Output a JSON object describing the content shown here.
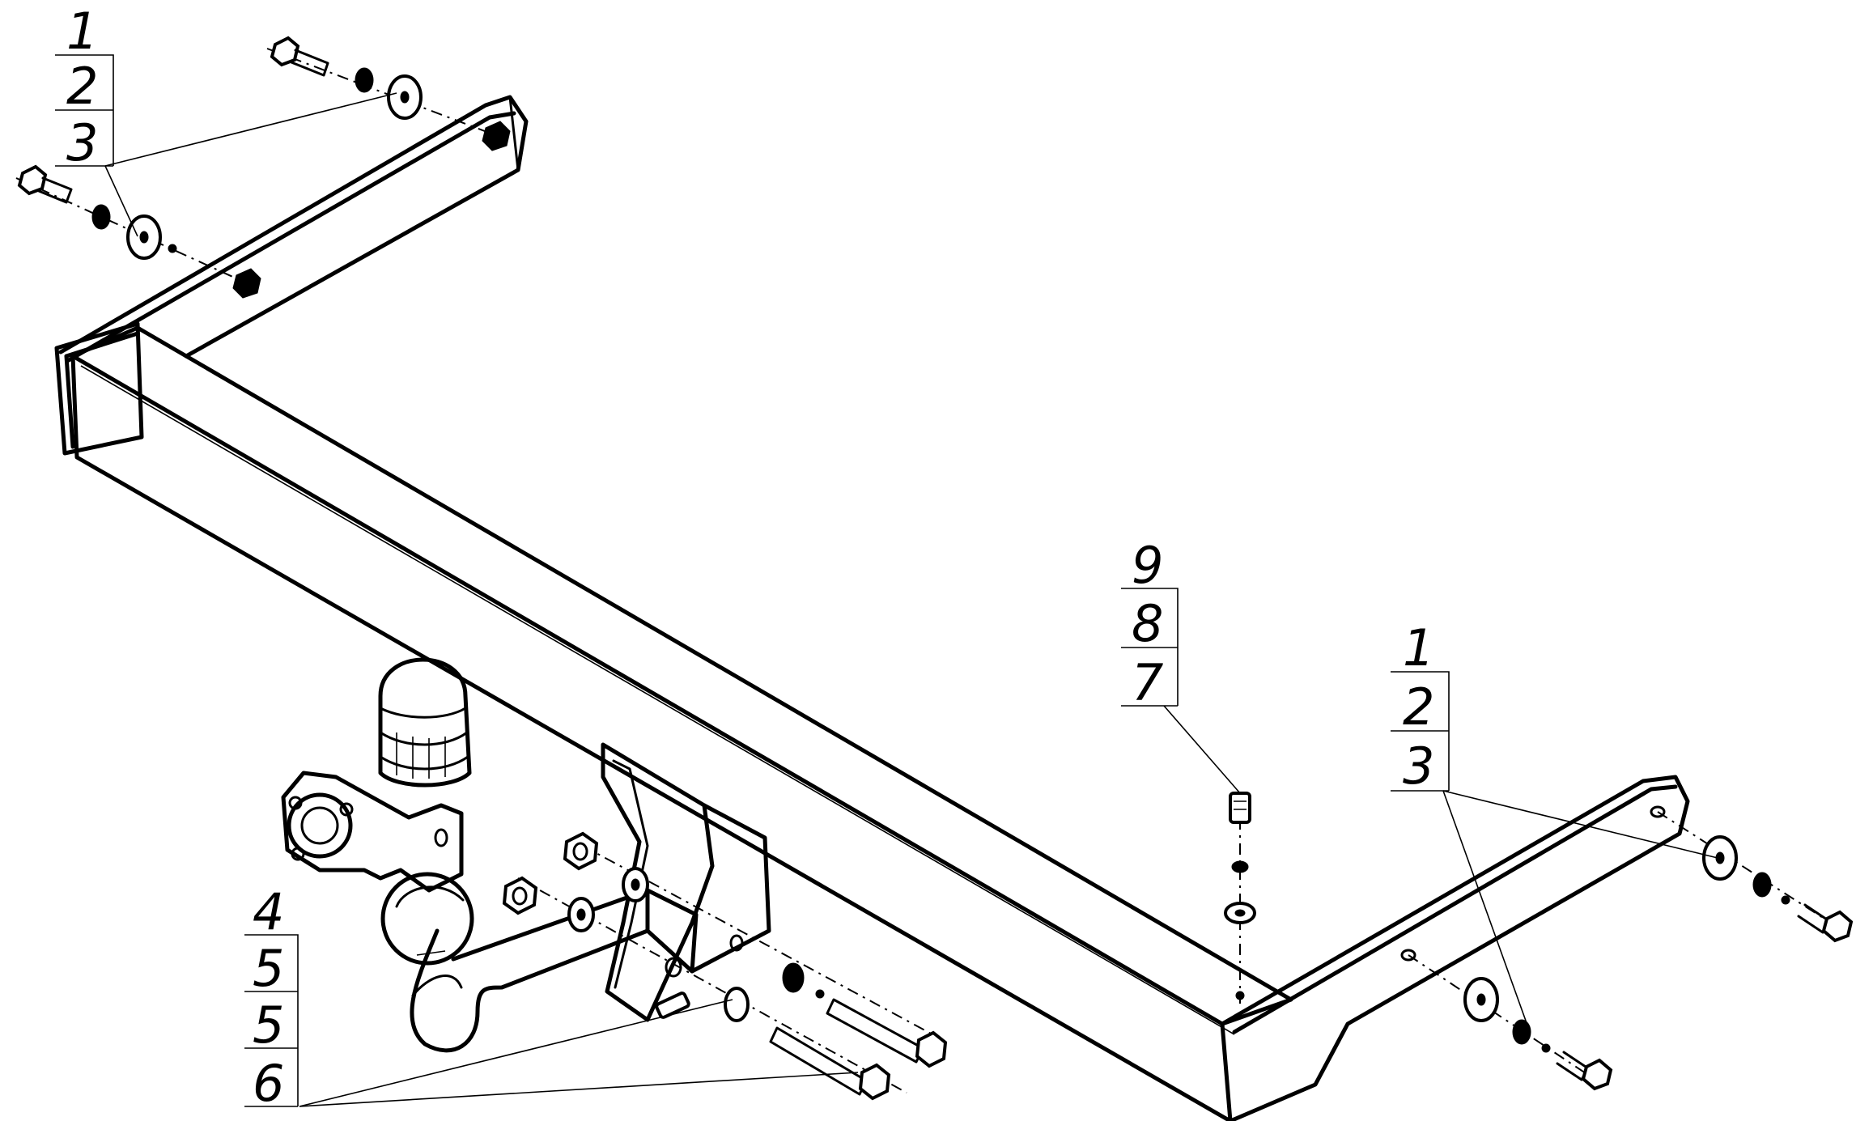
{
  "callouts": {
    "top_left": [
      "1",
      "2",
      "3"
    ],
    "right": [
      "1",
      "2",
      "3"
    ],
    "center": [
      "9",
      "8",
      "7"
    ],
    "bottom_left": [
      "4",
      "5",
      "5",
      "6"
    ]
  },
  "colors": {
    "ink": "#000000",
    "paper": "#ffffff"
  }
}
